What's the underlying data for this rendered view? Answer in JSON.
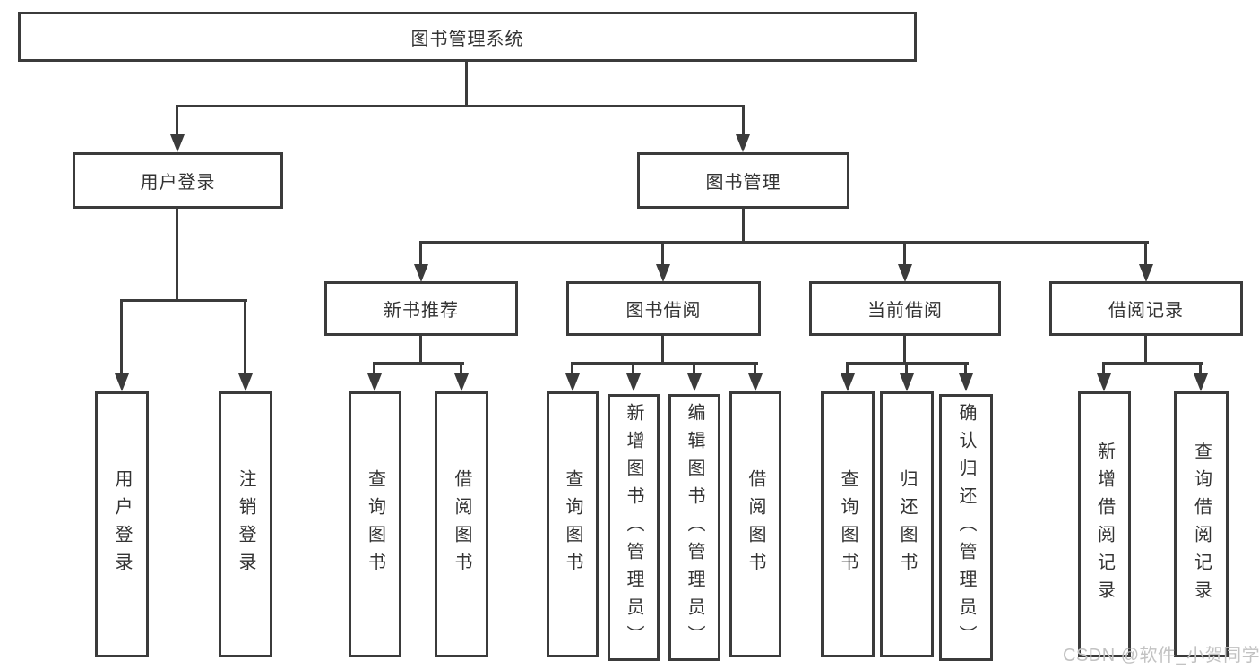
{
  "diagram": {
    "nodes": {
      "root": "图书管理系统",
      "l1": [
        "用户登录",
        "图书管理"
      ],
      "l2": [
        "新书推荐",
        "图书借阅",
        "当前借阅",
        "借阅记录"
      ],
      "leaves": [
        "用户登录",
        "注销登录",
        "查询图书",
        "借阅图书",
        "查询图书",
        "新增图书（管理员）",
        "编辑图书（管理员）",
        "借阅图书",
        "查询图书",
        "归还图书",
        "确认归还（管理员）",
        "新增借阅记录",
        "查询借阅记录"
      ]
    },
    "colors": {
      "line": "#3b3b3b",
      "text": "#333333",
      "background": "#ffffff",
      "watermark_color": "#c2c2c2"
    },
    "watermark": "CSDN @软件_小贺同学"
  }
}
